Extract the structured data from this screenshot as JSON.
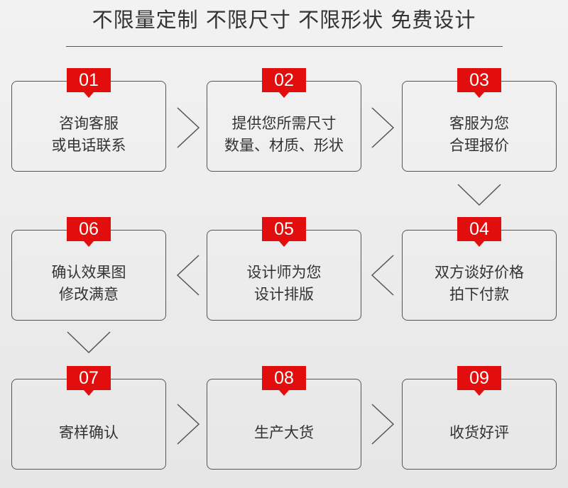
{
  "title": "不限量定制 不限尺寸 不限形状 免费设计",
  "steps": [
    {
      "num": "01",
      "line1": "咨询客服",
      "line2": "或电话联系"
    },
    {
      "num": "02",
      "line1": "提供您所需尺寸",
      "line2": "数量、材质、形状"
    },
    {
      "num": "03",
      "line1": "客服为您",
      "line2": "合理报价"
    },
    {
      "num": "04",
      "line1": "双方谈好价格",
      "line2": "拍下付款"
    },
    {
      "num": "05",
      "line1": "设计师为您",
      "line2": "设计排版"
    },
    {
      "num": "06",
      "line1": "确认效果图",
      "line2": "修改满意"
    },
    {
      "num": "07",
      "line1": "寄样确认",
      "line2": ""
    },
    {
      "num": "08",
      "line1": "生产大货",
      "line2": ""
    },
    {
      "num": "09",
      "line1": "收货好评",
      "line2": ""
    }
  ],
  "colors": {
    "accent": "#e20d0d",
    "border": "#555555",
    "text": "#333333"
  },
  "arrow_icons": [
    "chevron-right-icon",
    "chevron-down-icon",
    "chevron-left-icon"
  ]
}
